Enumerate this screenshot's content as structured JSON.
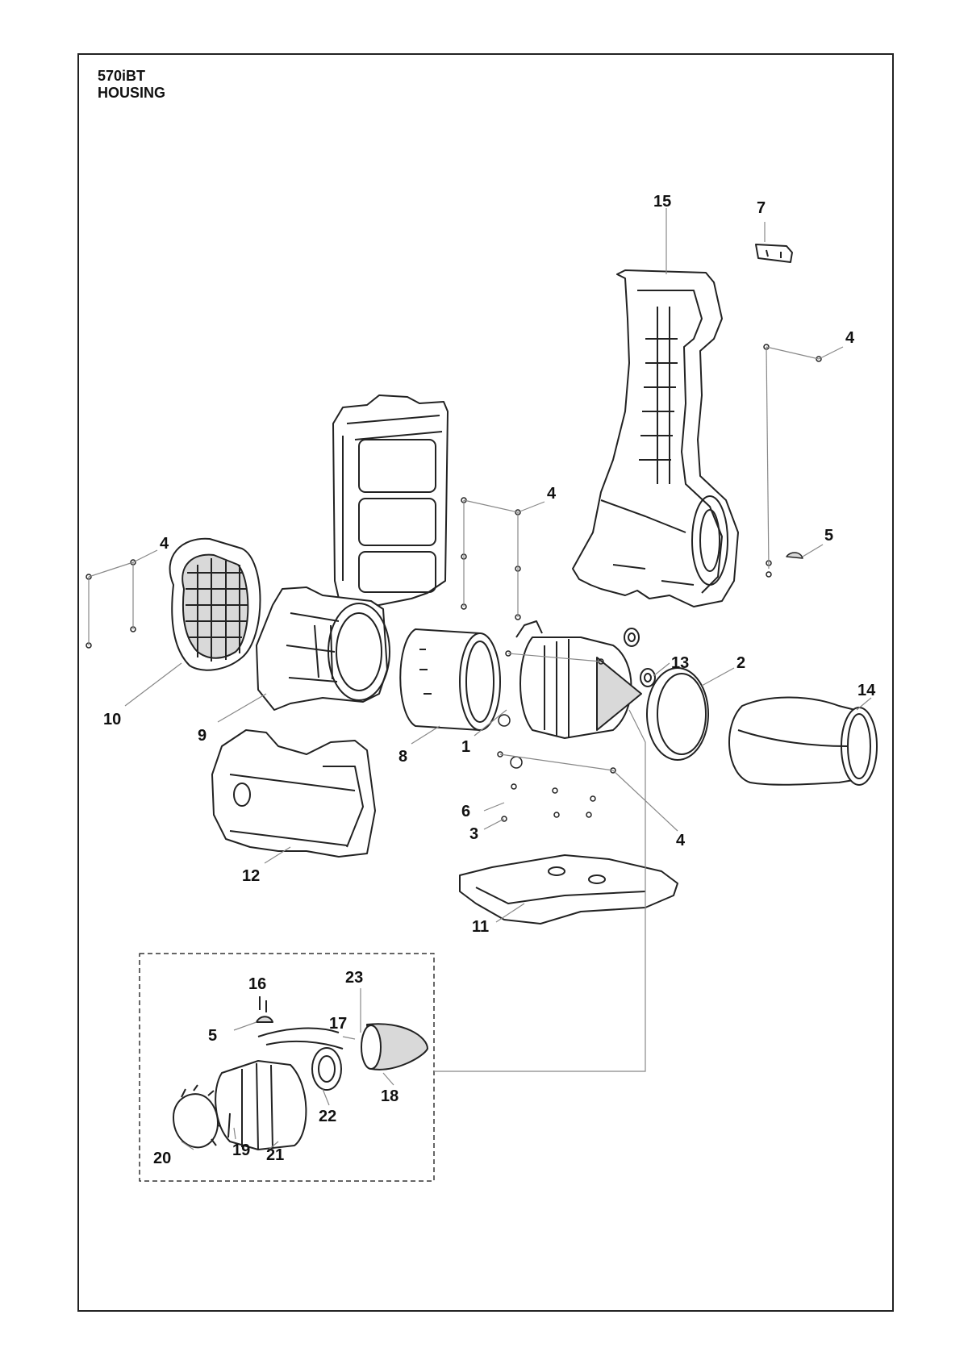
{
  "header": {
    "model": "570iBT",
    "section": "HOUSING"
  },
  "colors": {
    "line": "#222222",
    "leader": "#888888",
    "fill": "#ffffff",
    "shade": "#d9d9d9"
  },
  "callouts": [
    "15",
    "7",
    "4",
    "4",
    "4",
    "5",
    "13",
    "2",
    "14",
    "10",
    "9",
    "8",
    "1",
    "12",
    "6",
    "3",
    "4",
    "11",
    "16",
    "23",
    "5",
    "17",
    "18",
    "22",
    "20",
    "19",
    "21"
  ]
}
